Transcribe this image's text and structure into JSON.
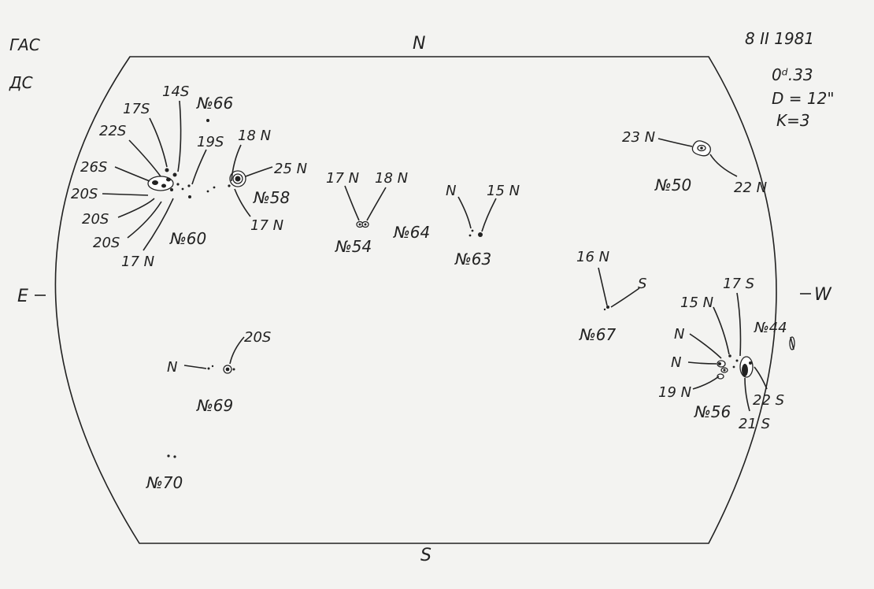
{
  "header": {
    "observatory_1": "ГАС",
    "observatory_2": "ДС",
    "date": "8 II 1981",
    "time": "0ᵈ.33",
    "diameter": "D = 12\"",
    "quality": "K=3"
  },
  "compass": {
    "north": "N",
    "south": "S",
    "east": "E",
    "west": "W"
  },
  "groups": {
    "g66": {
      "number": "№66"
    },
    "g58": {
      "number": "№58",
      "label_a": "18 N",
      "label_b": "25 N",
      "label_c": "17 N"
    },
    "g60": {
      "number": "№60",
      "labels": [
        "14S",
        "17S",
        "22S",
        "26S",
        "20S",
        "20S",
        "20S",
        "17 N",
        "19S"
      ]
    },
    "g54": {
      "number": "№54",
      "label_a": "17 N",
      "label_b": "18 N"
    },
    "g64": {
      "number": "№64"
    },
    "g63": {
      "number": "№63",
      "label_a": "N",
      "label_b": "15 N"
    },
    "g50": {
      "number": "№50",
      "label_a": "23 N",
      "label_b": "22 N"
    },
    "g67": {
      "number": "№67",
      "label_a": "16 N",
      "label_b": "S"
    },
    "g69": {
      "number": "№69",
      "label_a": "N",
      "label_b": "20S"
    },
    "g70": {
      "number": "№70"
    },
    "g44": {
      "number": "№44"
    },
    "g56": {
      "number": "№56",
      "labels": [
        "17 S",
        "15 N",
        "N",
        "N",
        "19 N",
        "22 S",
        "21 S"
      ]
    }
  }
}
